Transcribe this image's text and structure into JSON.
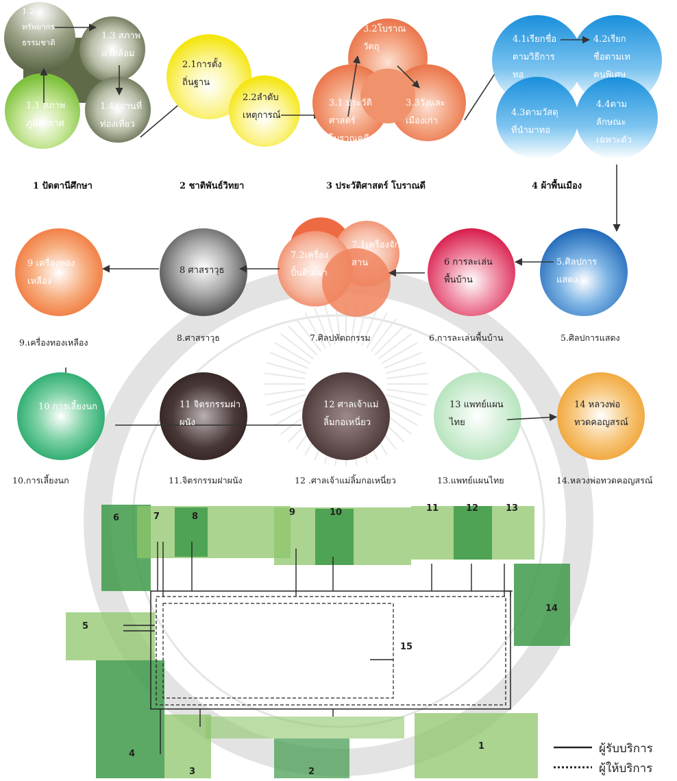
{
  "groups": [
    {
      "id": "g1",
      "header": "1  ปัดตานีศึกษา",
      "items": [
        {
          "id": "1.1",
          "text": "1.1 สภาพ\nภูมิอากาศ"
        },
        {
          "id": "1.2",
          "text": "1.2\nทรัพยากร\nธรรมชาติ"
        },
        {
          "id": "1.3",
          "text": "1.3 สภาพ\nแวดล้อม"
        },
        {
          "id": "1.4",
          "text": "1.4สถานที่\nท่องเที่ยว"
        }
      ]
    },
    {
      "id": "g2",
      "header": "2  ชาติพันธ์วิทยา",
      "items": [
        {
          "id": "2.1",
          "text": "2.1การตั้ง\nถิ่นฐาน"
        },
        {
          "id": "2.2",
          "text": "2.2ลำดับ\nเหตุการณ์"
        }
      ]
    },
    {
      "id": "g3",
      "header": "3  ประวัติศาสตร์ โบราณดี",
      "items": [
        {
          "id": "3.1",
          "text": "3.1 ประวัติ\nศาสตร์\nโบราณคดี"
        },
        {
          "id": "3.2",
          "text": "3.2โบราณ\nวัตถุ"
        },
        {
          "id": "3.3",
          "text": "3.3วังและ\nเมืองเก่า"
        }
      ]
    },
    {
      "id": "g4",
      "header": "4  ผ้าพื้นเมือง",
      "items": [
        {
          "id": "4.1",
          "text": "4.1เรียกชื่อ\nตามวิธีการ\nทอ"
        },
        {
          "id": "4.2",
          "text": "4.2เรียก\nชื่อตามเท\nคนพิเศษ"
        },
        {
          "id": "4.3",
          "text": "4.3ตามวัสดุ\nที่นำมาทอ"
        },
        {
          "id": "4.4",
          "text": "4.4ตาม\nลักษณะ\nเฉพาะตัว"
        }
      ]
    }
  ],
  "zones": [
    {
      "id": "5",
      "text": "5.ศิลปการ\nแสดง",
      "caption": "5.ศิลปการแสดง"
    },
    {
      "id": "6",
      "text": "6  การละเล่น\nพื้นบ้าน",
      "caption": "6.การละเล่นพื้นบ้าน"
    },
    {
      "id": "7",
      "sub": [
        {
          "id": "7.1",
          "text": "7.1เครื่องจัก\nสาน"
        },
        {
          "id": "7.2",
          "text": "7.2เครื่อง\nปั้นดินเผา"
        }
      ],
      "caption": "7.ศิลปหัตถกรรม"
    },
    {
      "id": "8",
      "text": "8 ศาสราวุธ",
      "caption": "8.ศาสราวุธ"
    },
    {
      "id": "9",
      "text": "9  เครื่องทอง\nเหลือง",
      "caption": "9.เครื่องทองเหลือง"
    },
    {
      "id": "10",
      "text": "10 การเลี้ยงนก",
      "caption": "10.การเลี้ยงนก"
    },
    {
      "id": "11",
      "text": "11 จิตรกรรมฝา\nผนัง",
      "caption": "11.จิตรกรรมฝาผนัง"
    },
    {
      "id": "12",
      "text": "12 ศาลเจ้าแม่\nลิ้มกอเหนี่ยว",
      "caption": "12 .ศาลเจ้าแม่ลิ้มกอเหนี่ยว"
    },
    {
      "id": "13",
      "text": "13  แพทย์แผน\nไทย",
      "caption": "13.แพทย์แผนไทย"
    },
    {
      "id": "14",
      "text": "14  หลวงพ่อ\nทวดคอญสรณ์",
      "caption": "14.หลวงพ่อทวดคอญสรณ์"
    }
  ],
  "floorplan": {
    "room_numbers": [
      "1",
      "2",
      "3",
      "4",
      "5",
      "6",
      "7",
      "8",
      "9",
      "10",
      "11",
      "12",
      "13",
      "14",
      "15"
    ]
  },
  "legend": [
    {
      "style": "solid",
      "label": "ผู้รับบริการ"
    },
    {
      "style": "dotted",
      "label": "ผู้ให้บริการ"
    }
  ],
  "colors": {
    "olive": "#5f6b48",
    "lightGreen": "#9fd25b",
    "yellow": "#f4e600",
    "salmon": "#ee7f56",
    "sky": "#1f9be0",
    "blue": "#2f7ec8",
    "pink": "#e2315a",
    "grey": "#777777",
    "orange": "#f2793a",
    "green": "#1fae6a",
    "darkBrown": "#4d3838",
    "lightTeal": "#bfe6c4",
    "amber": "#f0a030",
    "planGreen": "#8dc66a",
    "planDark": "#3f9a4a"
  }
}
